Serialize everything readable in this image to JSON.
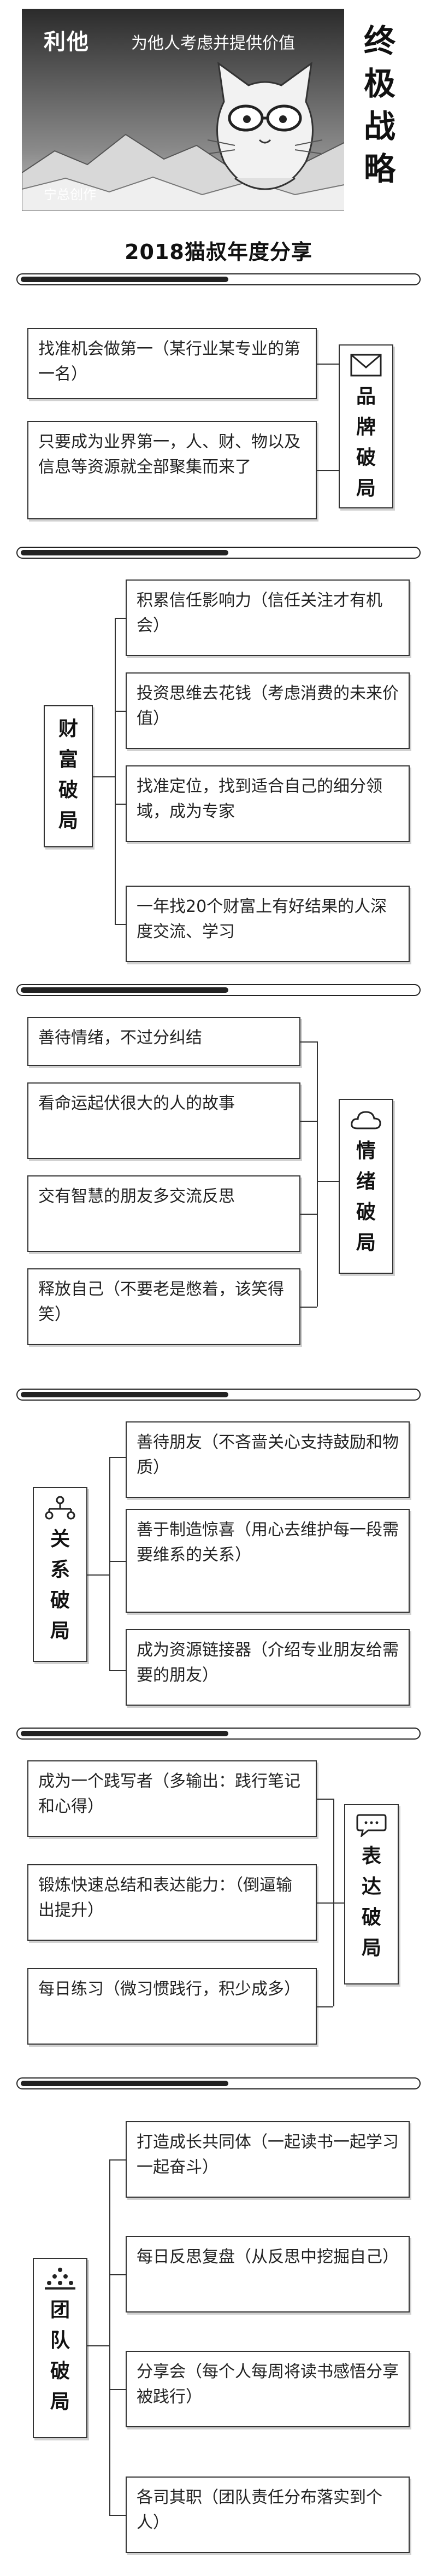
{
  "header": {
    "title_main": "利他",
    "title_sub": "为他人考虑并提供价值",
    "author": "宁总创作",
    "side_title": [
      "终",
      "极",
      "战",
      "略"
    ]
  },
  "page_title": "2018猫叔年度分享",
  "sections": [
    {
      "label": [
        "品",
        "牌",
        "破",
        "局"
      ],
      "icon": "envelope-icon",
      "items": [
        "找准机会做第一（某行业某专业的第一名）",
        "只要成为业界第一，人、财、物以及信息等资源就全部聚集而来了"
      ]
    },
    {
      "label": [
        "财",
        "富",
        "破",
        "局"
      ],
      "icon": "",
      "items": [
        "积累信任影响力（信任关注才有机会）",
        "投资思维去花钱（考虑消费的未来价值）",
        "找准定位，找到适合自己的细分领域，成为专家",
        "一年找20个财富上有好结果的人深度交流、学习"
      ]
    },
    {
      "label": [
        "情",
        "绪",
        "破",
        "局"
      ],
      "icon": "cloud-icon",
      "items": [
        "善待情绪，不过分纠结",
        "看命运起伏很大的人的故事",
        "交有智慧的朋友多交流反思",
        "释放自己（不要老是憋着，该笑得笑）"
      ]
    },
    {
      "label": [
        "关",
        "系",
        "破",
        "局"
      ],
      "icon": "people-network-icon",
      "items": [
        "善待朋友（不吝啬关心支持鼓励和物质）",
        "善于制造惊喜（用心去维护每一段需要维系的关系）",
        "成为资源链接器（介绍专业朋友给需要的朋友）"
      ]
    },
    {
      "label": [
        "表",
        "达",
        "破",
        "局"
      ],
      "icon": "speech-bubble-icon",
      "items": [
        "成为一个践写者（多输出：践行笔记和心得）",
        "锻炼快速总结和表达能力：（倒逼输出提升）",
        "每日练习（微习惯践行，积少成多）"
      ]
    },
    {
      "label": [
        "团",
        "队",
        "破",
        "局"
      ],
      "icon": "team-pyramid-icon",
      "items": [
        "打造成长共同体（一起读书一起学习一起奋斗）",
        "每日反思复盘（从反思中挖掘自己）",
        "分享会（每个人每周将读书感悟分享被践行）",
        "各司其职（团队责任分布落实到个人）"
      ]
    }
  ]
}
